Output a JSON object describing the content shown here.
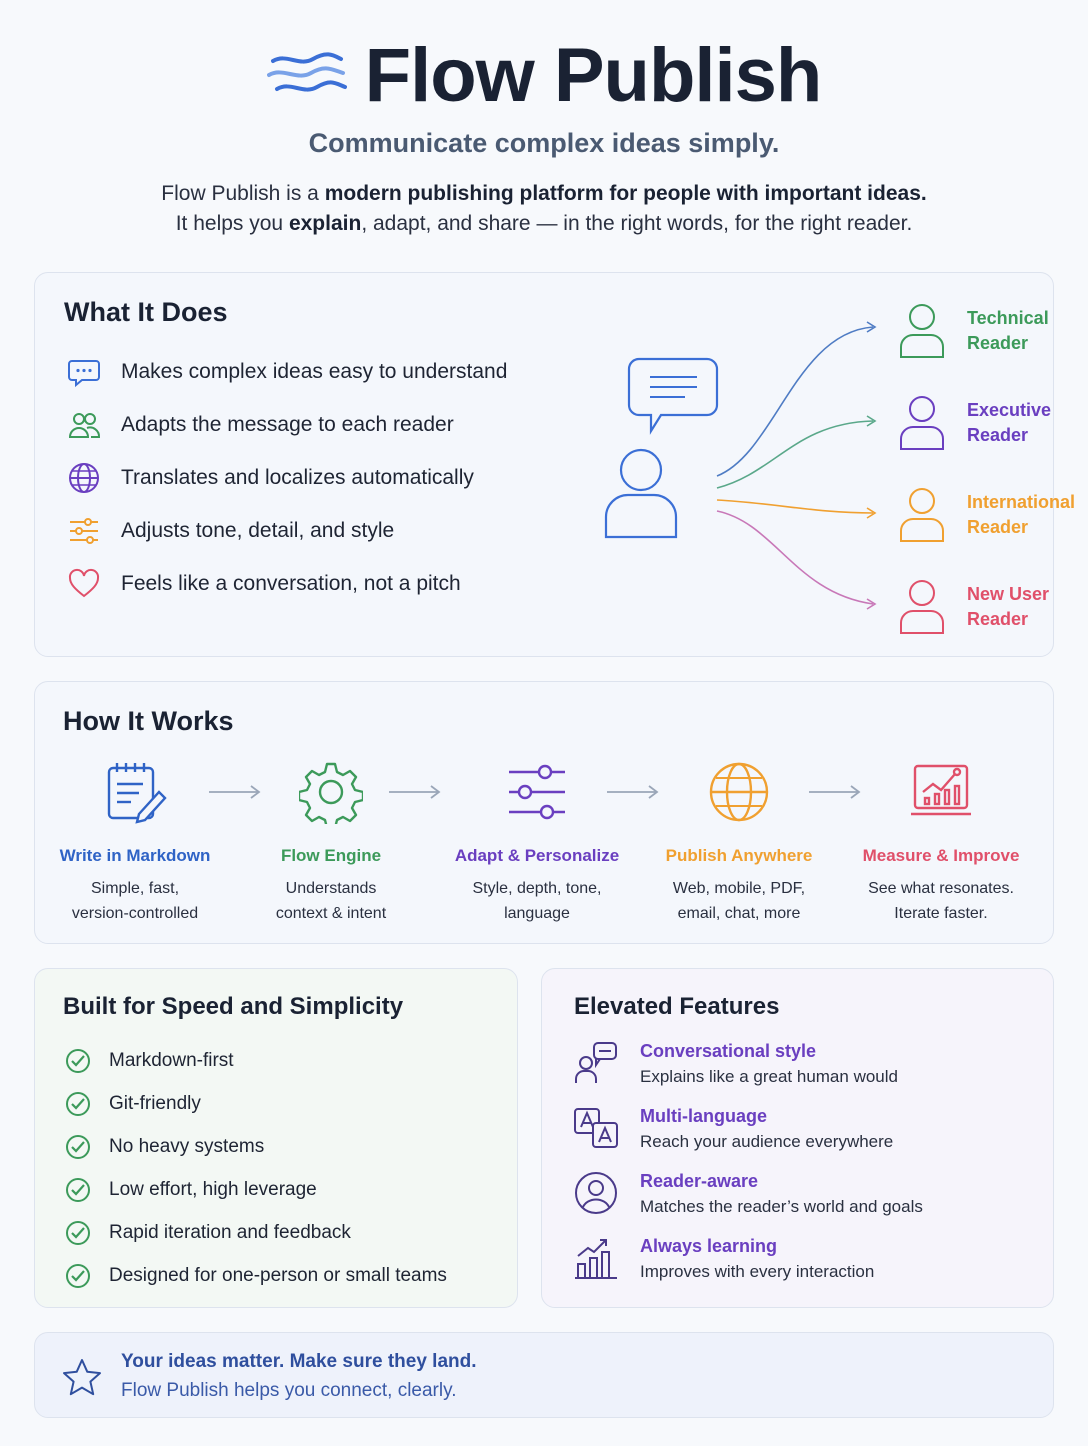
{
  "header": {
    "title": "Flow Publish",
    "tagline": "Communicate complex ideas simply.",
    "intro_line1_pre": "Flow Publish is a ",
    "intro_line1_bold": "modern publishing platform for people with important ideas.",
    "intro_line2_pre": "It helps you ",
    "intro_line2_bold": "explain",
    "intro_line2_post": ", adapt, and share — in the right words, for the right reader."
  },
  "what_it_does": {
    "heading": "What It Does",
    "items": [
      {
        "label": "Makes complex ideas easy to understand",
        "icon": "chat-bubble-icon",
        "color": "#3b6fd6"
      },
      {
        "label": "Adapts the message to each reader",
        "icon": "users-icon",
        "color": "#3c9a5a"
      },
      {
        "label": "Translates and localizes automatically",
        "icon": "globe-icon",
        "color": "#6a3fc0"
      },
      {
        "label": "Adjusts tone, detail, and style",
        "icon": "sliders-icon",
        "color": "#f0a030"
      },
      {
        "label": "Feels like a conversation, not a pitch",
        "icon": "heart-icon",
        "color": "#e0506a"
      }
    ],
    "readers": [
      {
        "line1": "Technical",
        "line2": "Reader",
        "color": "#3c9a5a"
      },
      {
        "line1": "Executive",
        "line2": "Reader",
        "color": "#6a3fc0"
      },
      {
        "line1": "International",
        "line2": "Reader",
        "color": "#f0a030"
      },
      {
        "line1": "New User",
        "line2": "Reader",
        "color": "#e0506a"
      }
    ]
  },
  "how_it_works": {
    "heading": "How It Works",
    "steps": [
      {
        "title": "Write in Markdown",
        "desc1": "Simple, fast,",
        "desc2": "version-controlled",
        "icon": "notepad-pencil-icon",
        "color": "#2f63c6"
      },
      {
        "title": "Flow Engine",
        "desc1": "Understands",
        "desc2": "context & intent",
        "icon": "gear-icon",
        "color": "#3c9a5a"
      },
      {
        "title": "Adapt & Personalize",
        "desc1": "Style, depth, tone,",
        "desc2": "language",
        "icon": "sliders-icon",
        "color": "#6a3fc0"
      },
      {
        "title": "Publish Anywhere",
        "desc1": "Web, mobile, PDF,",
        "desc2": "email, chat, more",
        "icon": "globe-icon",
        "color": "#f0a030"
      },
      {
        "title": "Measure & Improve",
        "desc1": "See what resonates.",
        "desc2": "Iterate faster.",
        "icon": "analytics-icon",
        "color": "#e0506a"
      }
    ]
  },
  "speed": {
    "heading": "Built for Speed and Simplicity",
    "items": [
      "Markdown-first",
      "Git-friendly",
      "No heavy systems",
      "Low effort, high leverage",
      "Rapid iteration and feedback",
      "Designed for one-person or small teams"
    ],
    "check_color": "#3c9a5a"
  },
  "elevated": {
    "heading": "Elevated Features",
    "items": [
      {
        "title": "Conversational style",
        "desc": "Explains like a great human would",
        "icon": "conversation-icon"
      },
      {
        "title": "Multi-language",
        "desc": "Reach your audience everywhere",
        "icon": "translate-icon"
      },
      {
        "title": "Reader-aware",
        "desc": "Matches the reader’s world and goals",
        "icon": "user-circle-icon"
      },
      {
        "title": "Always learning",
        "desc": "Improves with every interaction",
        "icon": "growth-chart-icon"
      }
    ]
  },
  "footer": {
    "line1": "Your ideas matter. Make sure they land.",
    "line2": "Flow Publish helps you connect, clearly.",
    "icon": "star-icon"
  }
}
